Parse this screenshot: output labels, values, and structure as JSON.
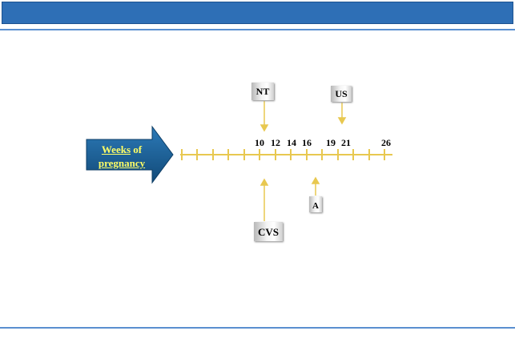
{
  "arrow": {
    "word1": "Weeks",
    "word2": " of",
    "line2": "pregnancy",
    "color": "#1a5a8c",
    "text_color": "#ffff66"
  },
  "timeline": {
    "color": "#e8c850",
    "week_labels": [
      "10",
      "12",
      "14",
      "16",
      "19",
      "21",
      "26"
    ]
  },
  "tests": {
    "nt": "NT",
    "us": "US",
    "cvs": "CVS",
    "a": "A"
  }
}
